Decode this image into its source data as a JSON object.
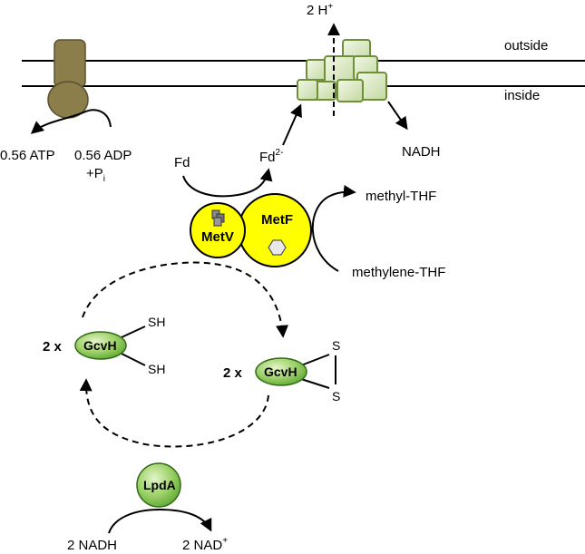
{
  "labels": {
    "outside": "outside",
    "inside": "inside",
    "proton": {
      "base": "2 H",
      "sup": "+"
    },
    "atp": "0.56 ATP",
    "adp": "0.56 ADP",
    "pi": {
      "base": "+P",
      "sub": "i"
    },
    "fd": "Fd",
    "fd_reduced": {
      "base": "Fd",
      "sup": "2-"
    },
    "nadh_out": "NADH",
    "metv": "MetV",
    "metf": "MetF",
    "methyl_thf": "methyl-THF",
    "methylene_thf": "methylene-THF",
    "gcvh_left": {
      "prefix": "2 x",
      "name": "GcvH",
      "top": "SH",
      "bottom": "SH"
    },
    "gcvh_right": {
      "prefix": "2 x",
      "name": "GcvH",
      "top": "S",
      "bottom": "S"
    },
    "lpda": "LpdA",
    "nadh_in": "2 NADH",
    "nad_out": {
      "base": "2 NAD",
      "sup": "+"
    }
  },
  "colors": {
    "atpase": "#8b7e4a",
    "atpase_stroke": "#5a5030",
    "complex_fill": "#d6e5bd",
    "complex_stroke": "#6f8f3a",
    "met_yellow": "#ffff00",
    "green_light": "#c6e59a",
    "green_dark": "#5ea832",
    "line": "#000000"
  }
}
